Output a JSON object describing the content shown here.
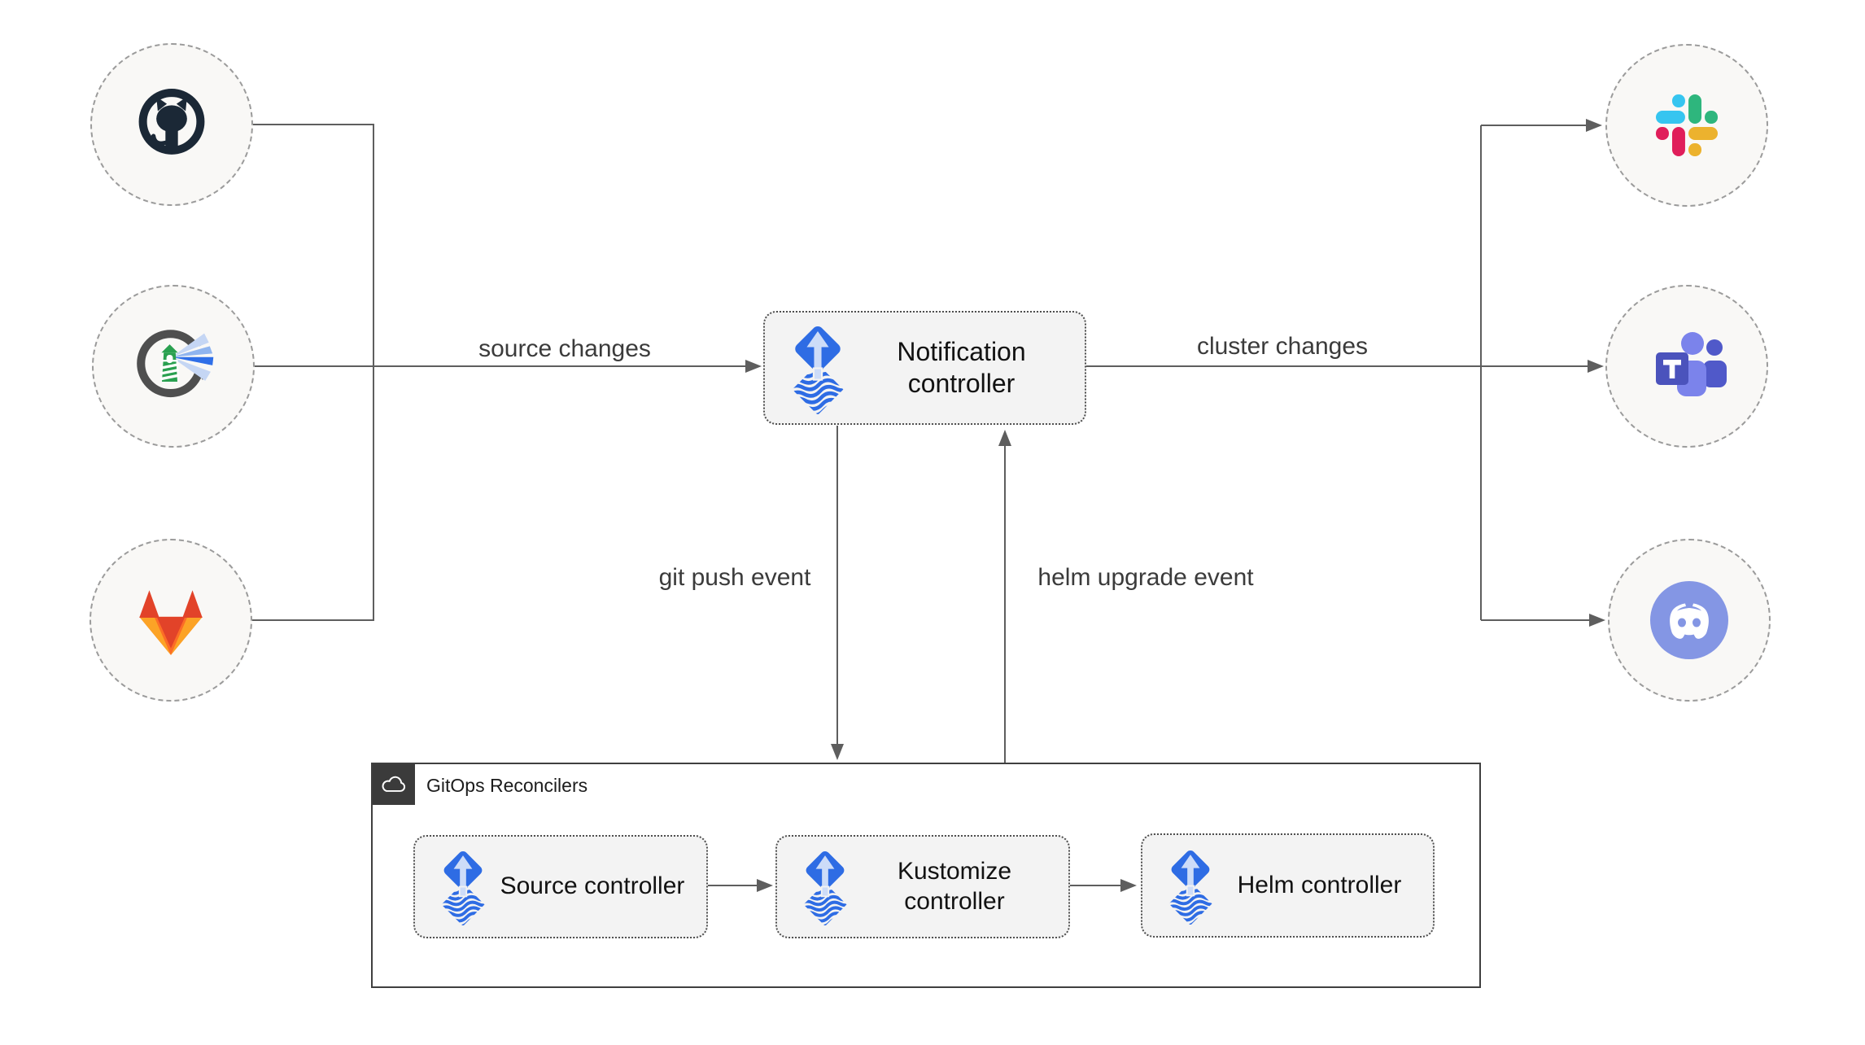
{
  "edges": {
    "source_changes": "source changes",
    "cluster_changes": "cluster changes",
    "git_push_event": "git push event",
    "helm_upgrade_event": "helm upgrade event"
  },
  "boxes": {
    "notification": {
      "label": "Notification controller",
      "icon": "flux-icon"
    },
    "source": {
      "label": "Source controller",
      "icon": "flux-icon"
    },
    "kustomize": {
      "label": "Kustomize controller",
      "icon": "flux-icon"
    },
    "helm": {
      "label": "Helm controller",
      "icon": "flux-icon"
    }
  },
  "container": {
    "label": "GitOps Reconcilers",
    "icon": "cloud-icon"
  },
  "nodes": {
    "event_sources": [
      {
        "icon": "github-icon"
      },
      {
        "icon": "harbor-icon"
      },
      {
        "icon": "gitlab-icon"
      }
    ],
    "notification_targets": [
      {
        "icon": "slack-icon"
      },
      {
        "icon": "teams-icon"
      },
      {
        "icon": "discord-icon"
      }
    ]
  },
  "colors": {
    "flux_blue": "#2e6ce4",
    "flux_arrow_pale": "#cddcf8",
    "edge_gray": "#5e5e5e",
    "node_fill": "#f9f8f6",
    "node_border": "#9b9b9b",
    "box_fill": "#f3f3f3",
    "box_border": "#4e4e4e",
    "container_border": "#3f3f3f",
    "badge_bg": "#3b3b3b",
    "github_dark": "#1b2836",
    "harbor_gray": "#4f4f4f",
    "harbor_green": "#2aa050",
    "gitlab_red": "#e24329",
    "gitlab_orange": "#fc6d26",
    "gitlab_yellow": "#fca326",
    "slack_blue": "#36c5f0",
    "slack_green": "#2eb67d",
    "slack_pink": "#e01e5a",
    "slack_yellow": "#ecb22e",
    "teams_dark": "#4b53bc",
    "teams_mid": "#5059c9",
    "teams_light": "#7b83eb",
    "discord_blurple": "#8496e4"
  }
}
